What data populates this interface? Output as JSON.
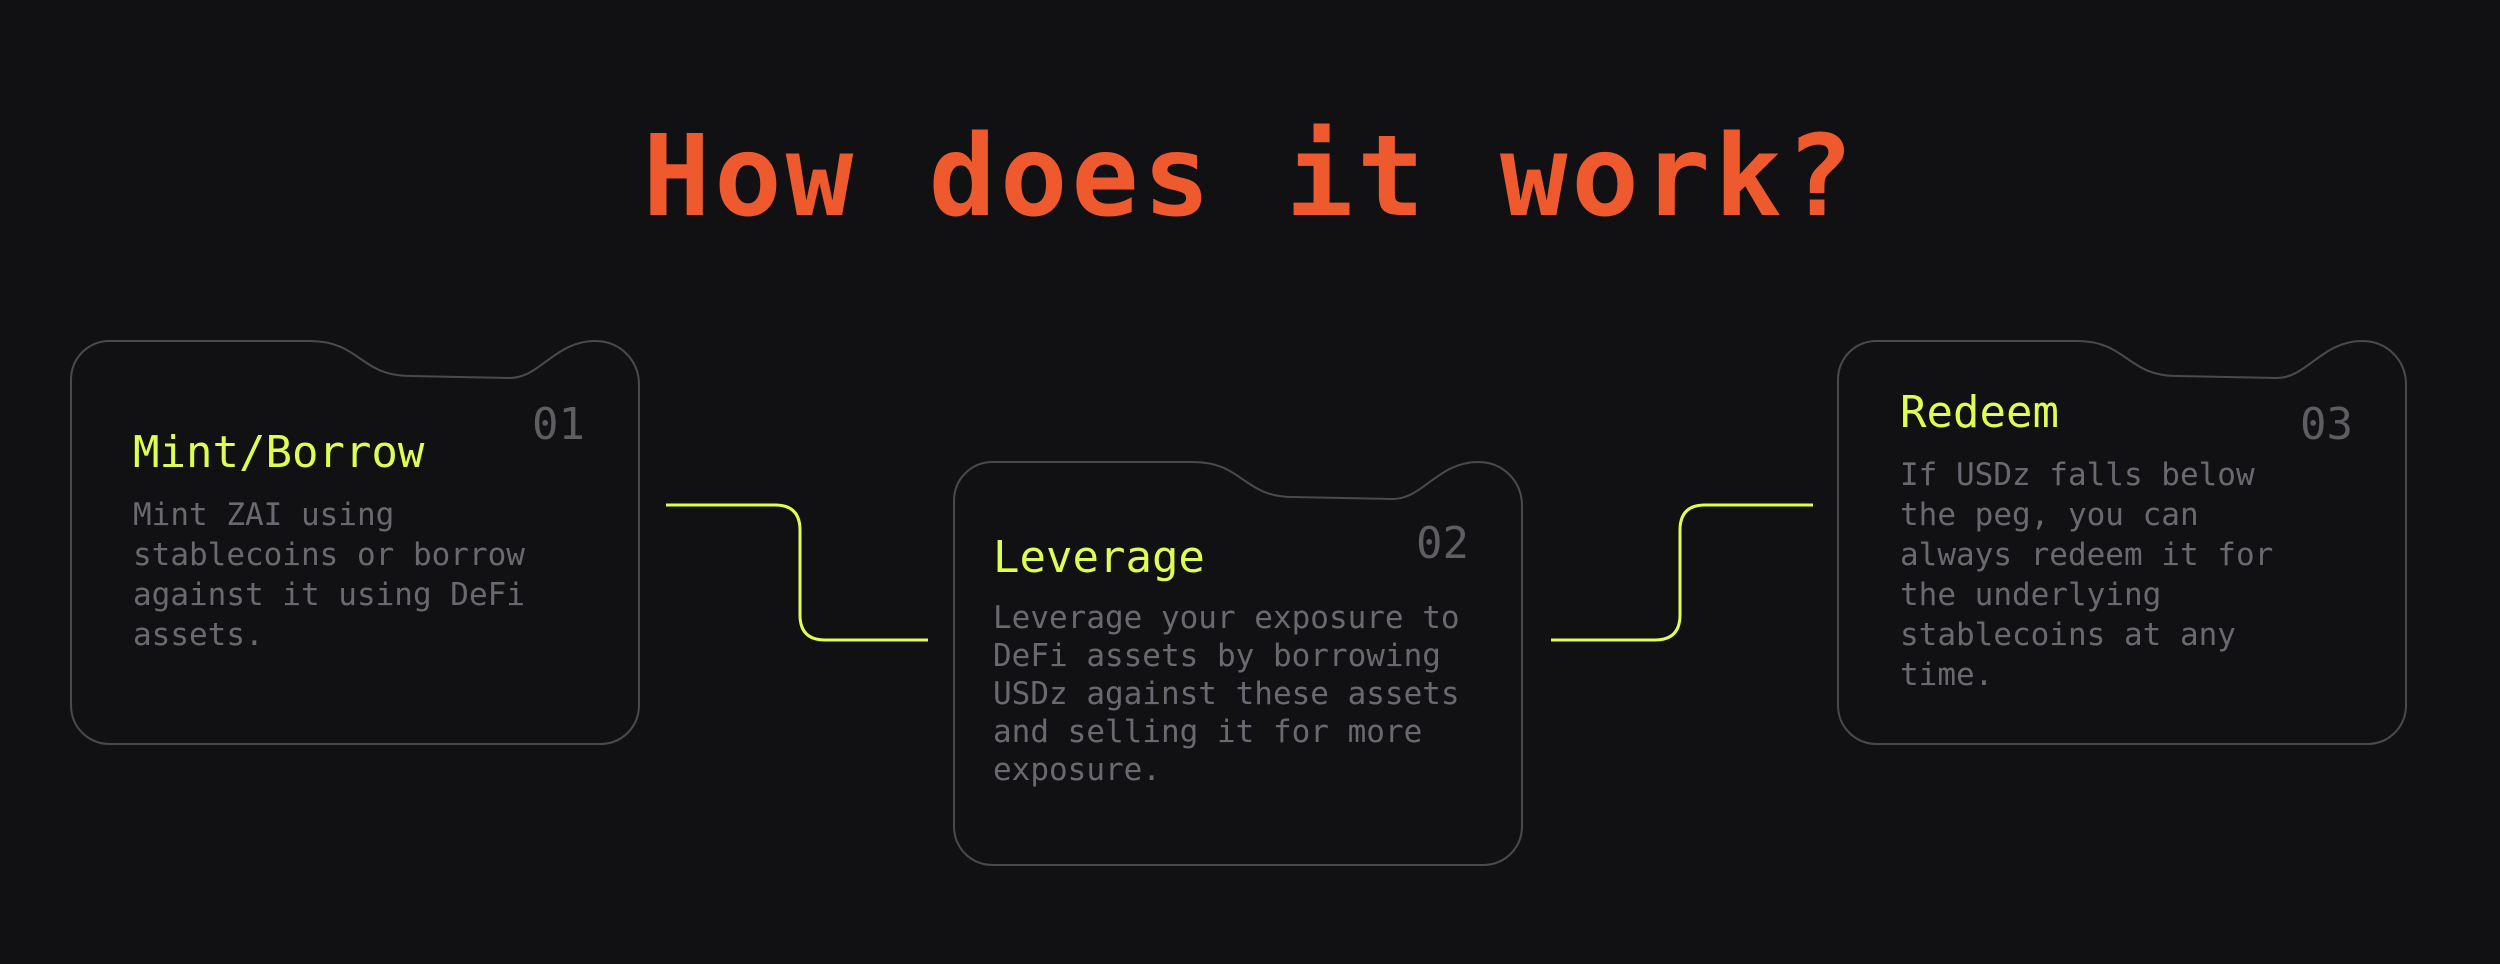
{
  "heading": "How does it work?",
  "colors": {
    "background": "#111012",
    "heading": "#EE5A2E",
    "card_title": "#DFFF4F",
    "card_text": "#6A6970",
    "card_number": "#5E5D62",
    "card_border": "#4A494E",
    "connector": "#DFFF4F"
  },
  "cards": [
    {
      "number": "01",
      "title": "Mint/Borrow",
      "text": "Mint ZAI using stablecoins or borrow against it using DeFi assets."
    },
    {
      "number": "02",
      "title": "Leverage",
      "text": "Leverage your exposure to DeFi assets by borrowing USDz against these assets and selling it for more exposure."
    },
    {
      "number": "03",
      "title": "Redeem",
      "text": "If USDz falls below the peg, you can always redeem it for the underlying stablecoins at any time."
    }
  ]
}
